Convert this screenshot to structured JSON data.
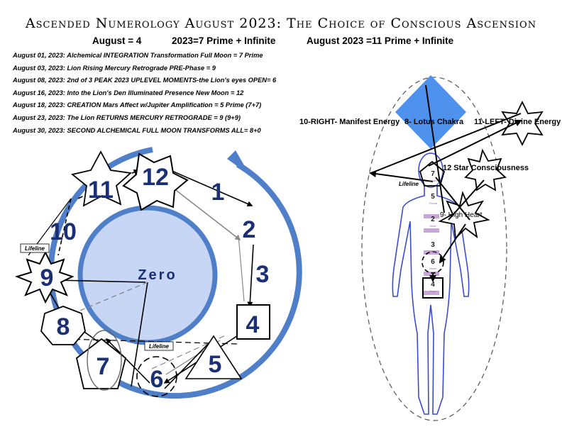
{
  "title": "Ascended Numerology August 2023: The Choice of Conscious Ascension",
  "subtitle": {
    "august": "August = 4",
    "year": "2023=7 Prime + Infinite",
    "month_year": "August 2023 =11 Prime + Infinite"
  },
  "dates": [
    "August 01, 2023:  Alchemical INTEGRATION Transformation Full Moon = 7 Prime",
    "August 03, 2023: Lion Rising Mercury Retrograde PRE-Phase = 9",
    "August 08, 2023: 2nd of 3 PEAK 2023 UPLEVEL MOMENTS-the Lion's eyes OPEN= 6",
    "August 16, 2023: Into the Lion's Den Illuminated Presence New Moon = 12",
    "August 18, 2023: CREATION Mars Affect w/Jupiter Amplification = 5 Prime (7+7)",
    "August 23, 2023: The Lion RETURNS MERCURY RETROGRADE = 9 (9+9)",
    "August 30, 2023: SECOND ALCHEMICAL FULL MOON TRANSFORMS ALL= 8+0"
  ],
  "wheel": {
    "center": "Zero",
    "numbers": [
      "1",
      "2",
      "3",
      "4",
      "5",
      "6",
      "7",
      "8",
      "9",
      "10",
      "11",
      "12"
    ],
    "lifeline_top": "Lifeline",
    "lifeline_bottom": "Lifeline"
  },
  "body": {
    "right_label": "10-RIGHT- Manifest Energy",
    "lotus_label": "8- Lotus Chakra",
    "left_label": "11-LEFT- Divine Energy",
    "star_label": "12  Star Consciousness",
    "lifeline": "Lifeline",
    "heart_label": "9- High Heart",
    "chakra_numbers": [
      "7",
      "5",
      "2",
      "3",
      "6",
      "4"
    ],
    "chakra_small": [
      "Crown",
      "Throat",
      "Solar",
      "Sacral",
      "Heart",
      "Root"
    ]
  },
  "colors": {
    "wheel_ring": "#4f7fc8",
    "wheel_center": "#c8d6f6",
    "numbers": "#1b2f74",
    "lotus": "#4f92ee",
    "body_outline": "#3a4bd6"
  }
}
